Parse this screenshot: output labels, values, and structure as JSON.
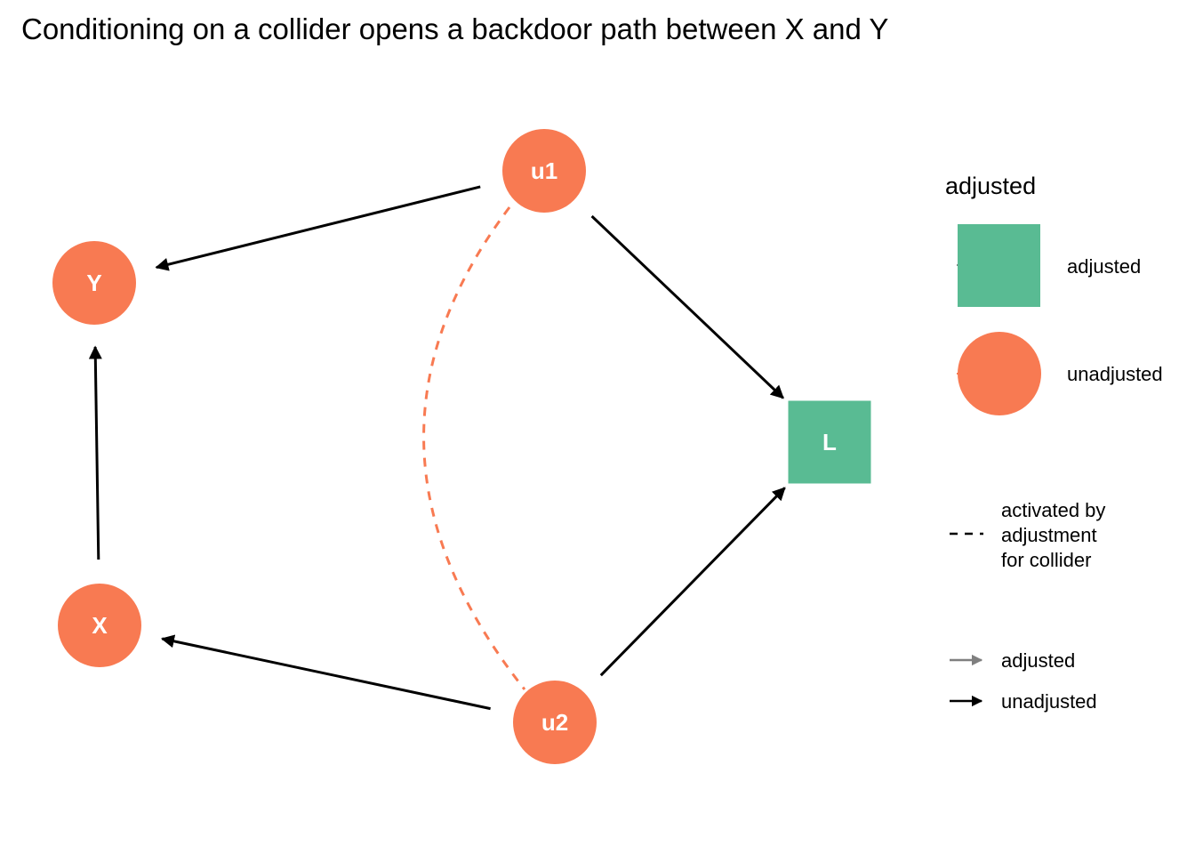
{
  "title": "Conditioning on a collider opens a backdoor path between X and Y",
  "colors": {
    "adjusted": "#59BB93",
    "unadjusted": "#F87A52",
    "edge": "#000000",
    "edge_adjusted": "#7f7f7f"
  },
  "nodes": [
    {
      "id": "u1",
      "label": "u1",
      "status": "unadjusted"
    },
    {
      "id": "Y",
      "label": "Y",
      "status": "unadjusted"
    },
    {
      "id": "X",
      "label": "X",
      "status": "unadjusted"
    },
    {
      "id": "u2",
      "label": "u2",
      "status": "unadjusted"
    },
    {
      "id": "L",
      "label": "L",
      "status": "adjusted"
    }
  ],
  "edges": [
    {
      "from": "u1",
      "to": "Y",
      "status": "unadjusted"
    },
    {
      "from": "u1",
      "to": "L",
      "status": "unadjusted"
    },
    {
      "from": "X",
      "to": "Y",
      "status": "unadjusted"
    },
    {
      "from": "u2",
      "to": "X",
      "status": "unadjusted"
    },
    {
      "from": "u2",
      "to": "L",
      "status": "unadjusted"
    }
  ],
  "activated_paths": [
    {
      "from": "u1",
      "to": "u2",
      "style": "dashed"
    }
  ],
  "legend": {
    "node_title": "adjusted",
    "node_items": [
      {
        "label": "adjusted",
        "shape": "square",
        "status": "adjusted"
      },
      {
        "label": "unadjusted",
        "shape": "circle",
        "status": "unadjusted"
      }
    ],
    "linetype_item": "activated by\nadjustment\nfor collider",
    "edge_items": [
      {
        "label": "adjusted",
        "status": "adjusted"
      },
      {
        "label": "unadjusted",
        "status": "unadjusted"
      }
    ]
  }
}
